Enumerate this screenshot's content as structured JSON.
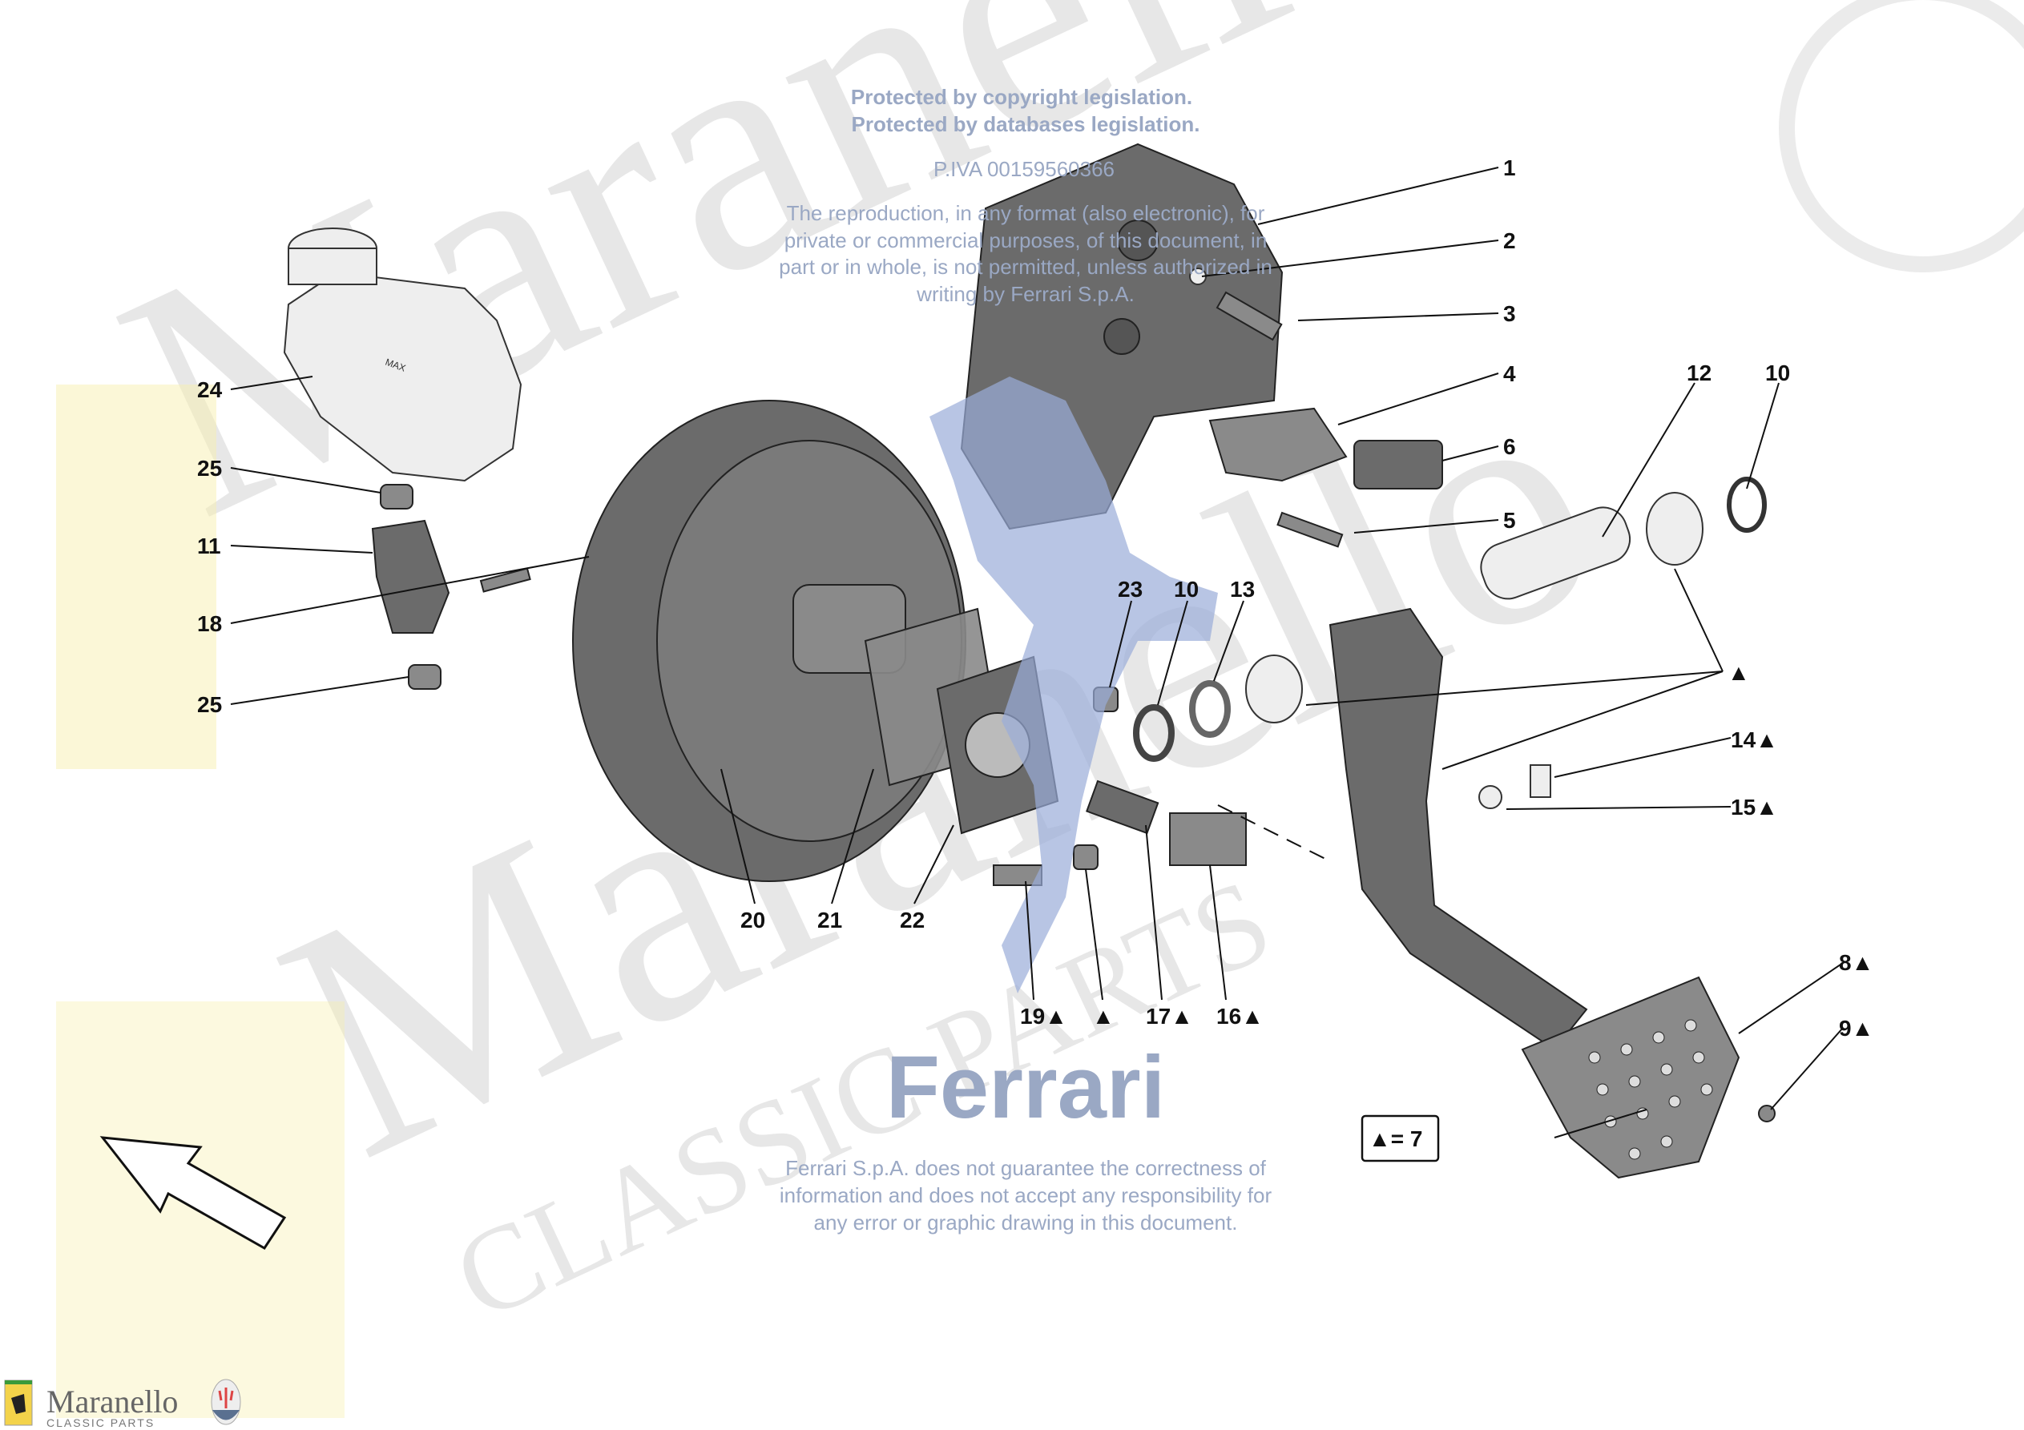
{
  "watermark": {
    "line1": "Protected by copyright legislation.",
    "line2": "Protected by databases legislation.",
    "piva": "P.IVA 00159560366",
    "repro": [
      "The reproduction, in any format (also electronic), for",
      "private or commercial purposes, of this document, in",
      "part or in whole, is not permitted, unless authorized in",
      "writing by Ferrari S.p.A."
    ],
    "ferrari": "Ferrari",
    "disclaimer": [
      "Ferrari S.p.A. does not guarantee the correctness of",
      "information and does not accept any responsibility for",
      "any error or graphic drawing in this document."
    ],
    "bg_text": [
      "Maranello",
      "CLASSIC PARTS"
    ]
  },
  "labels": {
    "l1": "1",
    "l2": "2",
    "l3": "3",
    "l4": "4",
    "l5": "5",
    "l6": "6",
    "l8": "8▲",
    "l9": "9▲",
    "l10a": "10",
    "l10b": "10",
    "l11": "11",
    "l12": "12",
    "l13": "13",
    "l14": "14▲",
    "l15": "15▲",
    "l16": "16▲",
    "l17": "17▲",
    "l18": "18",
    "l19": "19▲",
    "l20": "20",
    "l21": "21",
    "l22": "22",
    "l23": "23",
    "l24": "24",
    "l25a": "25",
    "l25b": "25",
    "tri1": "▲",
    "tri2": "▲"
  },
  "legend": "▲= 7",
  "reservoir_mark": "MAX",
  "logo": {
    "name": "Maranello",
    "sub": "CLASSIC PARTS",
    "badge": "Ferrari",
    "badge2": "MASERATI"
  },
  "colors": {
    "watermark": "#9aa8c4",
    "part": "#6b6b6b"
  }
}
